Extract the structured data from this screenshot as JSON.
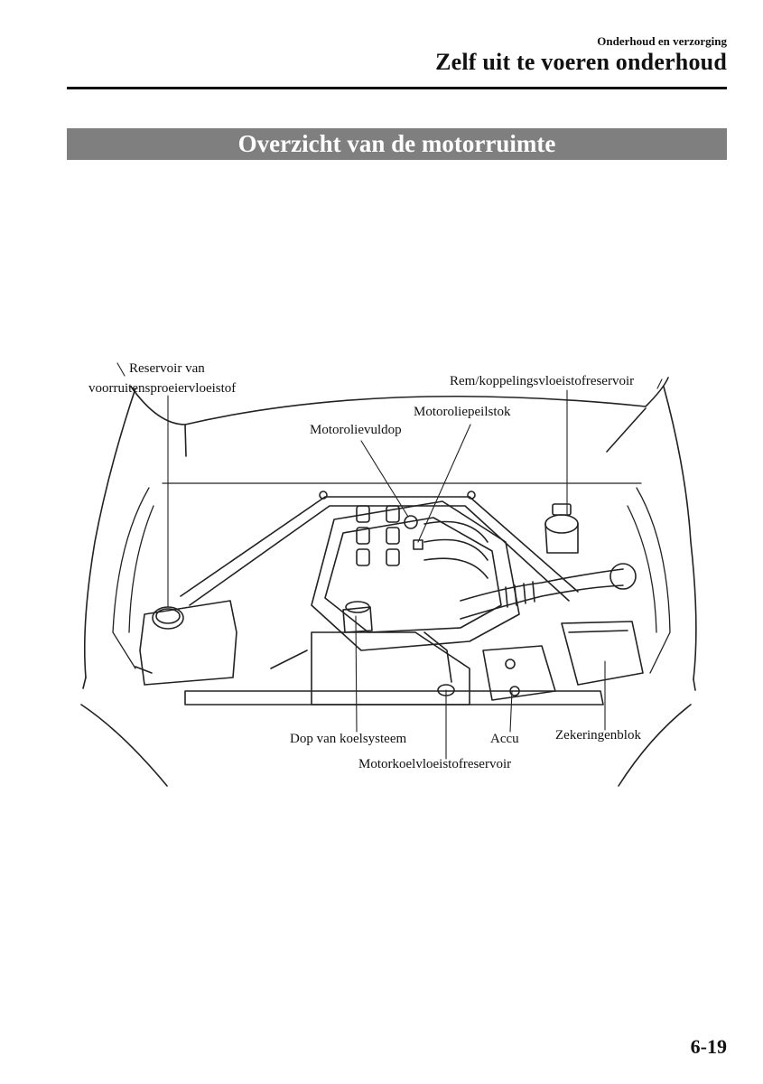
{
  "header": {
    "section": "Onderhoud en verzorging",
    "chapter": "Zelf uit te voeren onderhoud"
  },
  "banner": {
    "title": "Overzicht van de motorruimte"
  },
  "diagram": {
    "labels": {
      "washer_reservoir_line1": "Reservoir van",
      "washer_reservoir_line2": "voorruitensproeiervloeistof",
      "brake_clutch_reservoir": "Rem/koppelingsvloeistofreservoir",
      "oil_dipstick": "Motoroliepeilstok",
      "oil_filler_cap": "Motorolievuldop",
      "radiator_cap": "Dop van koelsysteem",
      "battery": "Accu",
      "fuse_block": "Zekeringenblok",
      "coolant_reservoir": "Motorkoelvloeistofreservoir"
    }
  },
  "footer": {
    "page_number": "6-19"
  }
}
